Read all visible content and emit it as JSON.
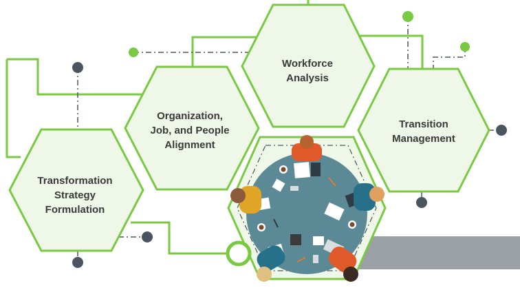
{
  "hexagons": {
    "transformation": "Transformation\nStrategy\nFormulation",
    "organization": "Organization,\nJob, and People\nAlignment",
    "workforce": "Workforce\nAnalysis",
    "transition": "Transition\nManagement"
  },
  "colors": {
    "hex_stroke": "#7ac943",
    "hex_fill": "#eef7e8",
    "connector": "#7ac943",
    "dot_dark": "#4b5560",
    "dot_green": "#7ac943",
    "table": "#5b8a96",
    "gray_bar": "#9aa0a6"
  },
  "icons": [
    "meeting-table-illustration",
    "person-icon",
    "laptop-icon",
    "coffee-cup-icon",
    "calculator-icon",
    "document-icon"
  ]
}
